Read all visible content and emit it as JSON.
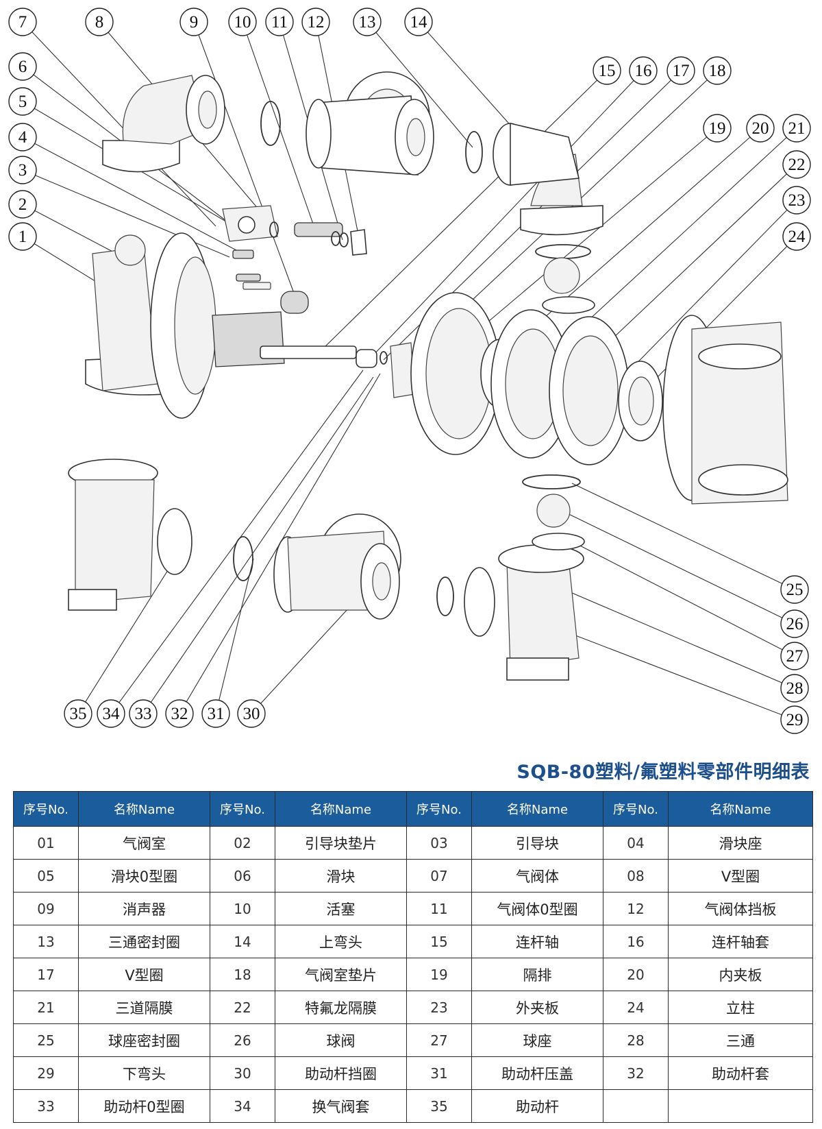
{
  "callouts": [
    "1",
    "2",
    "3",
    "4",
    "5",
    "6",
    "7",
    "8",
    "9",
    "10",
    "11",
    "12",
    "13",
    "14",
    "15",
    "16",
    "17",
    "18",
    "19",
    "20",
    "21",
    "22",
    "23",
    "24",
    "25",
    "26",
    "27",
    "28",
    "29",
    "30",
    "31",
    "32",
    "33",
    "34",
    "35"
  ],
  "table": {
    "title": "SQB-80塑料/氟塑料零部件明细表",
    "headers": [
      "序号No.",
      "名称Name",
      "序号No.",
      "名称Name",
      "序号No.",
      "名称Name",
      "序号No.",
      "名称Name"
    ],
    "rows": [
      [
        [
          "01",
          "气阀室"
        ],
        [
          "02",
          "引导块垫片"
        ],
        [
          "03",
          "引导块"
        ],
        [
          "04",
          "滑块座"
        ]
      ],
      [
        [
          "05",
          "滑块0型圈"
        ],
        [
          "06",
          "滑块"
        ],
        [
          "07",
          "气阀体"
        ],
        [
          "08",
          "V型圈"
        ]
      ],
      [
        [
          "09",
          "消声器"
        ],
        [
          "10",
          "活塞"
        ],
        [
          "11",
          "气阀体0型圈"
        ],
        [
          "12",
          "气阀体挡板"
        ]
      ],
      [
        [
          "13",
          "三通密封圈"
        ],
        [
          "14",
          "上弯头"
        ],
        [
          "15",
          "连杆轴"
        ],
        [
          "16",
          "连杆轴套"
        ]
      ],
      [
        [
          "17",
          "V型圈"
        ],
        [
          "18",
          "气阀室垫片"
        ],
        [
          "19",
          "隔排"
        ],
        [
          "20",
          "内夹板"
        ]
      ],
      [
        [
          "21",
          "三道隔膜"
        ],
        [
          "22",
          "特氟龙隔膜"
        ],
        [
          "23",
          "外夹板"
        ],
        [
          "24",
          "立柱"
        ]
      ],
      [
        [
          "25",
          "球座密封圈"
        ],
        [
          "26",
          "球阀"
        ],
        [
          "27",
          "球座"
        ],
        [
          "28",
          "三通"
        ]
      ],
      [
        [
          "29",
          "下弯头"
        ],
        [
          "30",
          "助动杆挡圈"
        ],
        [
          "31",
          "助动杆压盖"
        ],
        [
          "32",
          "助动杆套"
        ]
      ],
      [
        [
          "33",
          "助动杆0型圈"
        ],
        [
          "34",
          "换气阀套"
        ],
        [
          "35",
          "助动杆"
        ],
        [
          "",
          ""
        ]
      ]
    ]
  },
  "colors": {
    "accent": "#1b5d9c",
    "title": "#1c4f8c"
  }
}
